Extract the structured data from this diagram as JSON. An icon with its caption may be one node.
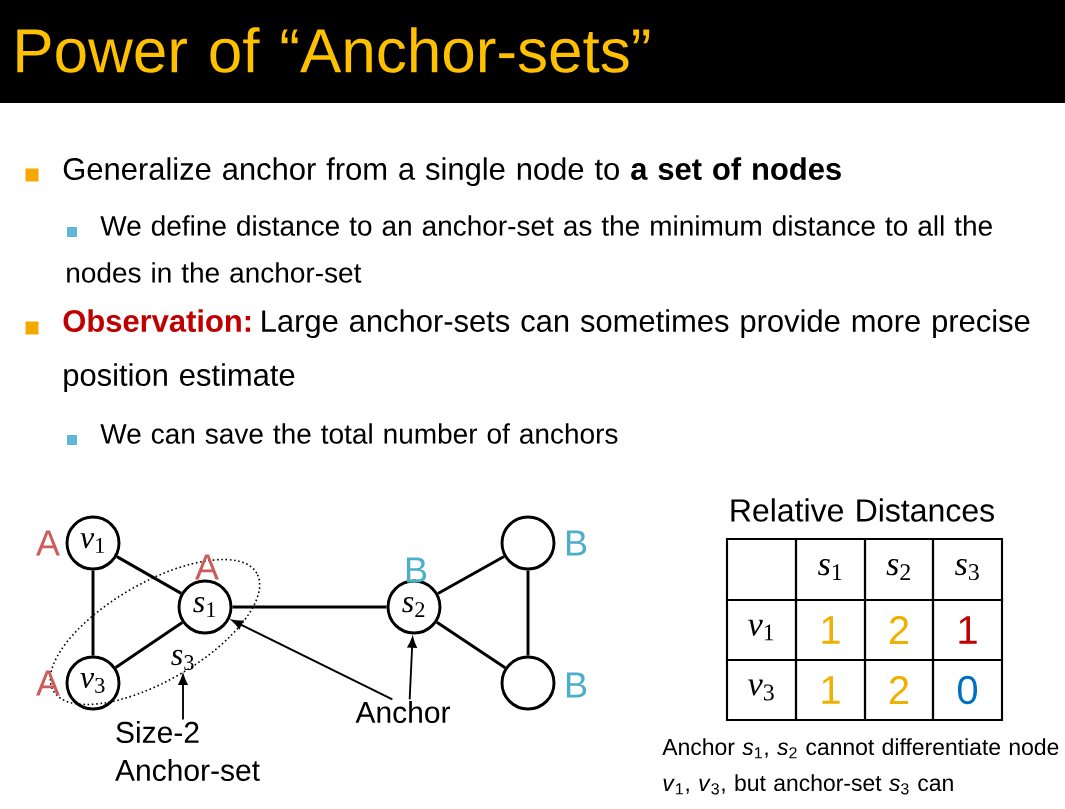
{
  "diagram": {
    "title": "Power of “Anchor-sets”",
    "nodes": [
      {
        "text": [],
        "shape": "ellipse"
      },
      {
        "text": [
          "*v*$_{1}$"
        ],
        "beside": [
          "A"
        ]
      },
      {
        "text": [
          "*s*$_{1}$"
        ],
        "beside": [
          "A"
        ],
        "in": 0
      },
      {
        "text": [
          "*v*$_{3}$"
        ],
        "beside": [
          "A"
        ],
        "in": 0
      },
      {
        "text": [
          "*s*$_{3}$"
        ],
        "in": 0
      },
      {
        "text": [
          "*s*$_{2}$"
        ],
        "beside": [
          "B"
        ]
      },
      {
        "text": [],
        "shape": "circle",
        "beside": [
          "B"
        ]
      },
      {
        "text": [],
        "shape": "circle",
        "beside": [
          "B"
        ]
      },
      {
        "text": [
          "Anchor"
        ]
      },
      {
        "text": [
          "Size-2 Anchor-set"
        ]
      }
    ],
    "edges": [
      {
        "from": 1,
        "to": 2,
        "arrow": "none"
      },
      {
        "from": 1,
        "to": 3,
        "arrow": "none"
      },
      {
        "from": 3,
        "to": 2,
        "arrow": "none"
      },
      {
        "from": 2,
        "to": 5,
        "arrow": "none"
      },
      {
        "from": 5,
        "to": 6,
        "arrow": "none"
      },
      {
        "from": 5,
        "to": 7,
        "arrow": "none"
      },
      {
        "from": 6,
        "to": 7,
        "arrow": "none"
      },
      {
        "from": 8,
        "to": 2,
        "arrow": "to"
      },
      {
        "from": 8,
        "to": 5,
        "arrow": "to"
      },
      {
        "from": 9,
        "to": 4,
        "arrow": "to"
      }
    ],
    "labels": [
      "Generalize anchor from a single node to **a set of nodes**",
      "We define distance to an anchor-set as the minimum distance to all the nodes in the anchor-set",
      "Observation:",
      "Large anchor-sets can sometimes provide more precise position estimate",
      "We can save the total number of anchors",
      "Relative Distances",
      "*s*$_{1}$",
      "*s*$_{2}$",
      "*s*$_{3}$",
      "*v*$_{1}$",
      "1",
      "2",
      "1",
      "*v*$_{3}$",
      "1",
      "2",
      "0",
      "Anchor *s*$_{1}$, *s*$_{2}$ cannot differentiate node *v*$_{1}$, *v*$_{3}$, but anchor-set *s*$_{3}$ can"
    ]
  }
}
